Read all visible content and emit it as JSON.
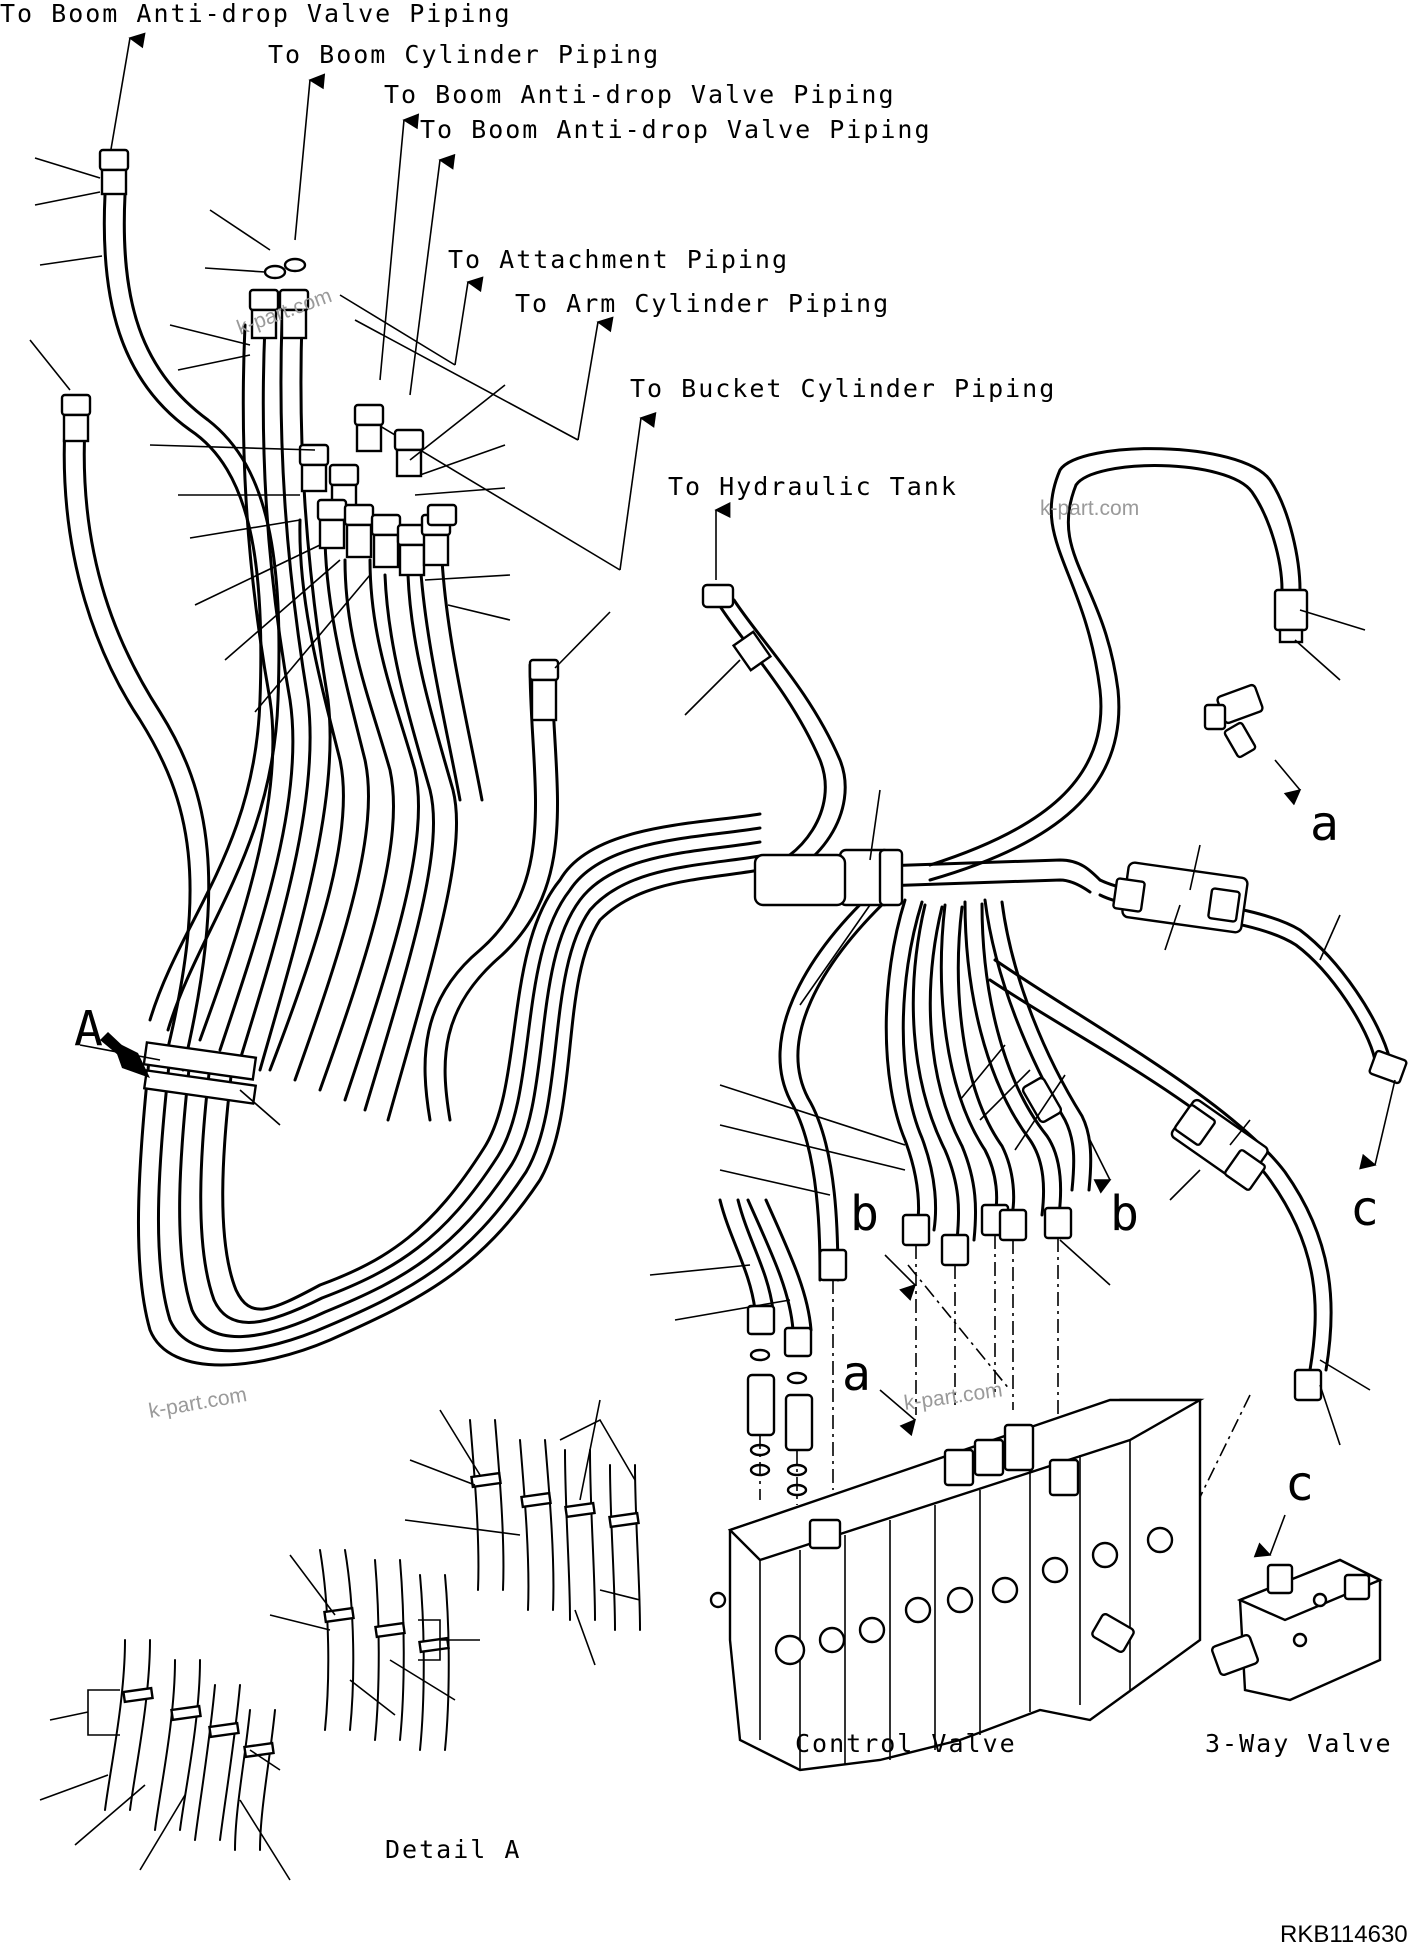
{
  "labels": {
    "boom_antidrop_1": "To Boom Anti-drop Valve Piping",
    "boom_cylinder": "To Boom Cylinder Piping",
    "boom_antidrop_2": "To Boom Anti-drop Valve Piping",
    "boom_antidrop_3": "To Boom Anti-drop Valve Piping",
    "attachment": "To Attachment Piping",
    "arm_cylinder": "To Arm Cylinder Piping",
    "bucket_cylinder": "To Bucket Cylinder Piping",
    "hydraulic_tank": "To Hydraulic Tank"
  },
  "components": {
    "control_valve": "Control Valve",
    "three_way_valve": "3-Way Valve",
    "detail": "Detail A"
  },
  "markers": {
    "view_a": "A",
    "a_top": "a",
    "a_valve": "a",
    "b_left": "b",
    "b_right": "b",
    "c_right": "c",
    "c_valve": "c"
  },
  "watermarks": [
    "k-part.com",
    "k-part.com",
    "k-part.com",
    "k-part.com"
  ],
  "drawing_code": "RKB114630"
}
